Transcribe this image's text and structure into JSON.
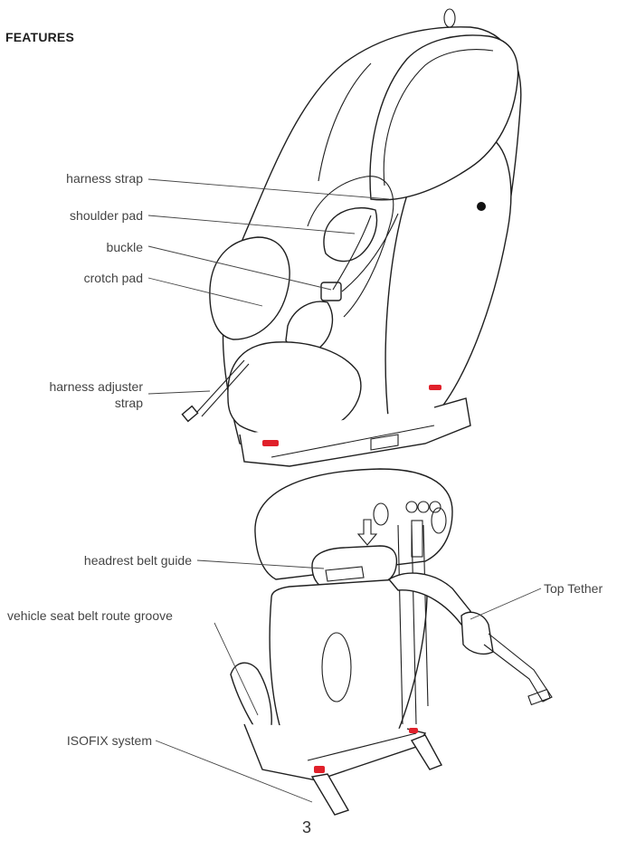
{
  "heading": "FEATURES",
  "labels": {
    "harness_strap": "harness strap",
    "shoulder_pad": "shoulder pad",
    "buckle": "buckle",
    "crotch_pad": "crotch pad",
    "harness_adjuster_line1": "harness adjuster",
    "harness_adjuster_line2": "strap",
    "headrest_belt_guide": "headrest belt guide",
    "top_tether": "Top Tether",
    "vehicle_seat_belt_route_groove": "vehicle seat belt route groove",
    "isofix_system": "ISOFIX system"
  },
  "page_number": "3",
  "colors": {
    "accent_red": "#e0202a",
    "line": "#1f1f1f"
  }
}
